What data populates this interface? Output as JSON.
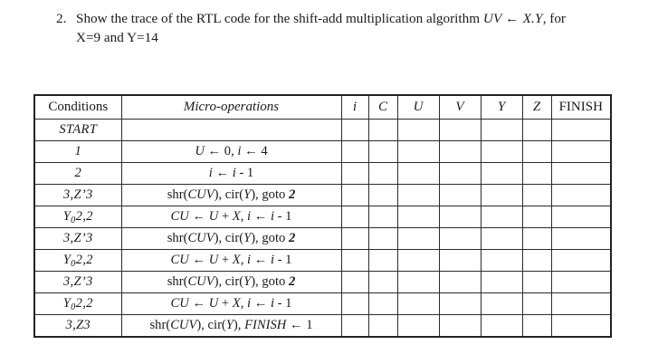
{
  "question": {
    "number": "2.",
    "line1_before": "Show the trace of the RTL code for the shift-add multiplication algorithm ",
    "line1_math": "UV ← X.Y",
    "line1_after": ", for",
    "line2": "X=9 and Y=14"
  },
  "table": {
    "headers": {
      "conditions": "Conditions",
      "micro_operations": "Micro-operations",
      "i": "i",
      "c": "C",
      "u": "U",
      "v": "V",
      "y": "Y",
      "z": "Z",
      "finish": "FINISH"
    },
    "rows": [
      {
        "condition_html": "START",
        "condition_text": "START",
        "micro_html": "",
        "micro_text": "",
        "i": "",
        "c": "",
        "u": "",
        "v": "",
        "y": "",
        "z": "",
        "finish": ""
      },
      {
        "condition_html": "1",
        "condition_text": "1",
        "micro_html": "U <span class=\"lit\">←</span> <span class=\"lit\">0</span>, i <span class=\"lit\">←</span> <span class=\"lit\">4</span>",
        "micro_text": "U ← 0, i ← 4",
        "i": "",
        "c": "",
        "u": "",
        "v": "",
        "y": "",
        "z": "",
        "finish": ""
      },
      {
        "condition_html": "2",
        "condition_text": "2",
        "micro_html": "i <span class=\"lit\">←</span> i <span class=\"lit\">- 1</span>",
        "micro_text": "i ← i - 1",
        "i": "",
        "c": "",
        "u": "",
        "v": "",
        "y": "",
        "z": "",
        "finish": ""
      },
      {
        "condition_html": "3<span class=\"lit\">,</span>Z’3",
        "condition_text": "3,Z'3",
        "micro_html": "<span class=\"fn\">shr(</span>CUV<span class=\"fn\">), cir(</span>Y<span class=\"fn\">), goto </span><span class=\"gotonum\">2</span>",
        "micro_text": "shr(CUV), cir(Y), goto 2",
        "i": "",
        "c": "",
        "u": "",
        "v": "",
        "y": "",
        "z": "",
        "finish": ""
      },
      {
        "condition_html": "Y<sub>0</sub>2<span class=\"lit\">,</span>2",
        "condition_text": "Y₀ 2,2",
        "micro_html": "CU <span class=\"lit\">←</span> U <span class=\"lit\">+</span> X, i <span class=\"lit\">←</span> i <span class=\"lit\">- 1</span>",
        "micro_text": "CU ← U + X, i ← i - 1",
        "i": "",
        "c": "",
        "u": "",
        "v": "",
        "y": "",
        "z": "",
        "finish": ""
      },
      {
        "condition_html": "3<span class=\"lit\">,</span>Z’3",
        "condition_text": "3,Z'3",
        "micro_html": "<span class=\"fn\">shr(</span>CUV<span class=\"fn\">), cir(</span>Y<span class=\"fn\">), goto </span><span class=\"gotonum\">2</span>",
        "micro_text": "shr(CUV), cir(Y), goto 2",
        "i": "",
        "c": "",
        "u": "",
        "v": "",
        "y": "",
        "z": "",
        "finish": ""
      },
      {
        "condition_html": "Y<sub>0</sub>2<span class=\"lit\">,</span>2",
        "condition_text": "Y₀ 2,2",
        "micro_html": "CU <span class=\"lit\">←</span> U <span class=\"lit\">+</span> X, i <span class=\"lit\">←</span> i <span class=\"lit\">- 1</span>",
        "micro_text": "CU ← U + X, i ← i - 1",
        "i": "",
        "c": "",
        "u": "",
        "v": "",
        "y": "",
        "z": "",
        "finish": ""
      },
      {
        "condition_html": "3<span class=\"lit\">,</span>Z’3",
        "condition_text": "3,Z'3",
        "micro_html": "<span class=\"fn\">shr(</span>CUV<span class=\"fn\">), cir(</span>Y<span class=\"fn\">), goto </span><span class=\"gotonum\">2</span>",
        "micro_text": "shr(CUV), cir(Y), goto 2",
        "i": "",
        "c": "",
        "u": "",
        "v": "",
        "y": "",
        "z": "",
        "finish": ""
      },
      {
        "condition_html": "Y<sub>0</sub>2<span class=\"lit\">,</span>2",
        "condition_text": "Y₀ 2,2",
        "micro_html": "CU <span class=\"lit\">←</span> U <span class=\"lit\">+</span> X, i <span class=\"lit\">←</span> i <span class=\"lit\">- 1</span>",
        "micro_text": "CU ← U + X, i ← i - 1",
        "i": "",
        "c": "",
        "u": "",
        "v": "",
        "y": "",
        "z": "",
        "finish": ""
      },
      {
        "condition_html": "3<span class=\"lit\">,</span>Z3",
        "condition_text": "3,Z3",
        "micro_html": "<span class=\"fn\">shr(</span>CUV<span class=\"fn\">), cir(</span>Y<span class=\"fn\">), </span>FINISH <span class=\"lit\">← 1</span>",
        "micro_text": "shr(CUV), cir(Y), FINISH ← 1",
        "i": "",
        "c": "",
        "u": "",
        "v": "",
        "y": "",
        "z": "",
        "finish": ""
      }
    ]
  }
}
